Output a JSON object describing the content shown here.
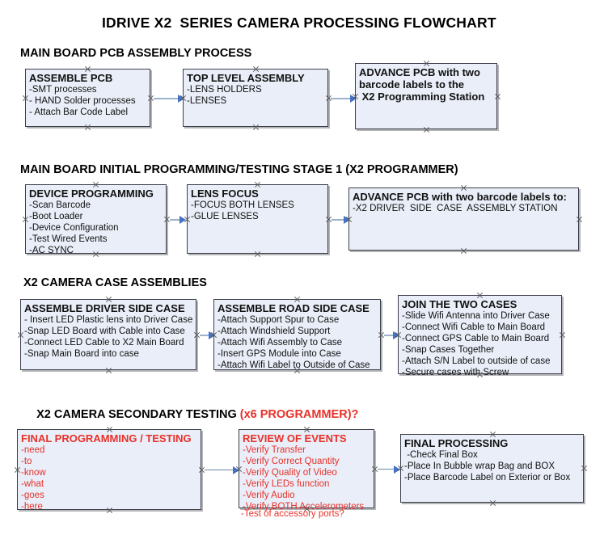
{
  "title": "IDRIVE X2  SERIES CAMERA PROCESSING FLOWCHART",
  "colors": {
    "box_fill": "#e9eef8",
    "box_border": "#3a3f4a",
    "connector": "#9bb2cc",
    "arrowhead": "#4472c4",
    "red_text": "#e8312a",
    "black_text": "#000000"
  },
  "sections": [
    {
      "heading": "MAIN BOARD PCB ASSEMBLY PROCESS",
      "heading_suffix": "",
      "boxes": [
        {
          "header": "ASSEMBLE PCB",
          "lines": [
            "-SMT processes",
            "- HAND Solder processes",
            "- Attach Bar Code Label"
          ]
        },
        {
          "header": "TOP LEVEL ASSEMBLY",
          "lines": [
            "-LENS HOLDERS",
            "-LENSES"
          ]
        },
        {
          "header": "ADVANCE PCB with two",
          "lines": [
            "barcode labels to the",
            " X2 Programming Station"
          ]
        }
      ]
    },
    {
      "heading": "MAIN BOARD INITIAL PROGRAMMING/TESTING STAGE 1 (X2 PROGRAMMER)",
      "heading_suffix": "",
      "boxes": [
        {
          "header": "DEVICE PROGRAMMING",
          "lines": [
            "-Scan Barcode",
            "-Boot Loader",
            "-Device Configuration",
            "-Test Wired Events",
            "-AC SYNC"
          ]
        },
        {
          "header": "LENS FOCUS",
          "lines": [
            "-FOCUS BOTH LENSES",
            "-GLUE LENSES"
          ]
        },
        {
          "header": "ADVANCE PCB with two barcode labels to:",
          "lines": [
            "-X2 DRIVER  SIDE  CASE  ASSEMBLY STATION"
          ]
        }
      ]
    },
    {
      "heading": "X2 CAMERA CASE ASSEMBLIES",
      "heading_suffix": "",
      "boxes": [
        {
          "header": "ASSEMBLE DRIVER SIDE CASE",
          "lines": [
            "- Insert LED Plastic lens into Driver Case",
            "-Snap LED Board with Cable into Case",
            "-Connect LED Cable to X2 Main Board",
            "-Snap Main Board into case"
          ]
        },
        {
          "header": "ASSEMBLE ROAD SIDE CASE",
          "lines": [
            "-Attach Support Spur to Case",
            "-Attach Windshield Support",
            "-Attach Wifi Assembly to Case",
            "-Insert GPS Module into Case",
            "-Attach Wifi Label to Outside of Case"
          ]
        },
        {
          "header": "JOIN THE TWO CASES",
          "lines": [
            "-Slide Wifi Antenna into Driver Case",
            "-Connect Wifi Cable to Main Board",
            "-Connect GPS Cable to Main Board",
            "-Snap Cases Together",
            "-Attach S/N Label to outside of case",
            "-Secure cases with Screw"
          ]
        }
      ]
    },
    {
      "heading": "X2 CAMERA SECONDARY TESTING ",
      "heading_suffix": "(x6 PROGRAMMER)?",
      "boxes": [
        {
          "header": "FINAL PROGRAMMING / TESTING",
          "lines": [
            "-need",
            "-to",
            "-know",
            "-what",
            "-goes",
            "-here"
          ]
        },
        {
          "header": "REVIEW OF EVENTS",
          "lines": [
            "-Verify Transfer",
            "-Verify Correct Quantity",
            "-Verify Quality of Video",
            "-Verify LEDs function",
            "-Verify Audio",
            "-Verify BOTH Accelerometers"
          ],
          "overflow_line": "-Test of accessory ports?"
        },
        {
          "header": "FINAL PROCESSING",
          "lines": [
            " -Check Final Box",
            "-Place In Bubble wrap Bag and BOX",
            "-Place Barcode Label on Exterior or Box"
          ]
        }
      ]
    }
  ]
}
